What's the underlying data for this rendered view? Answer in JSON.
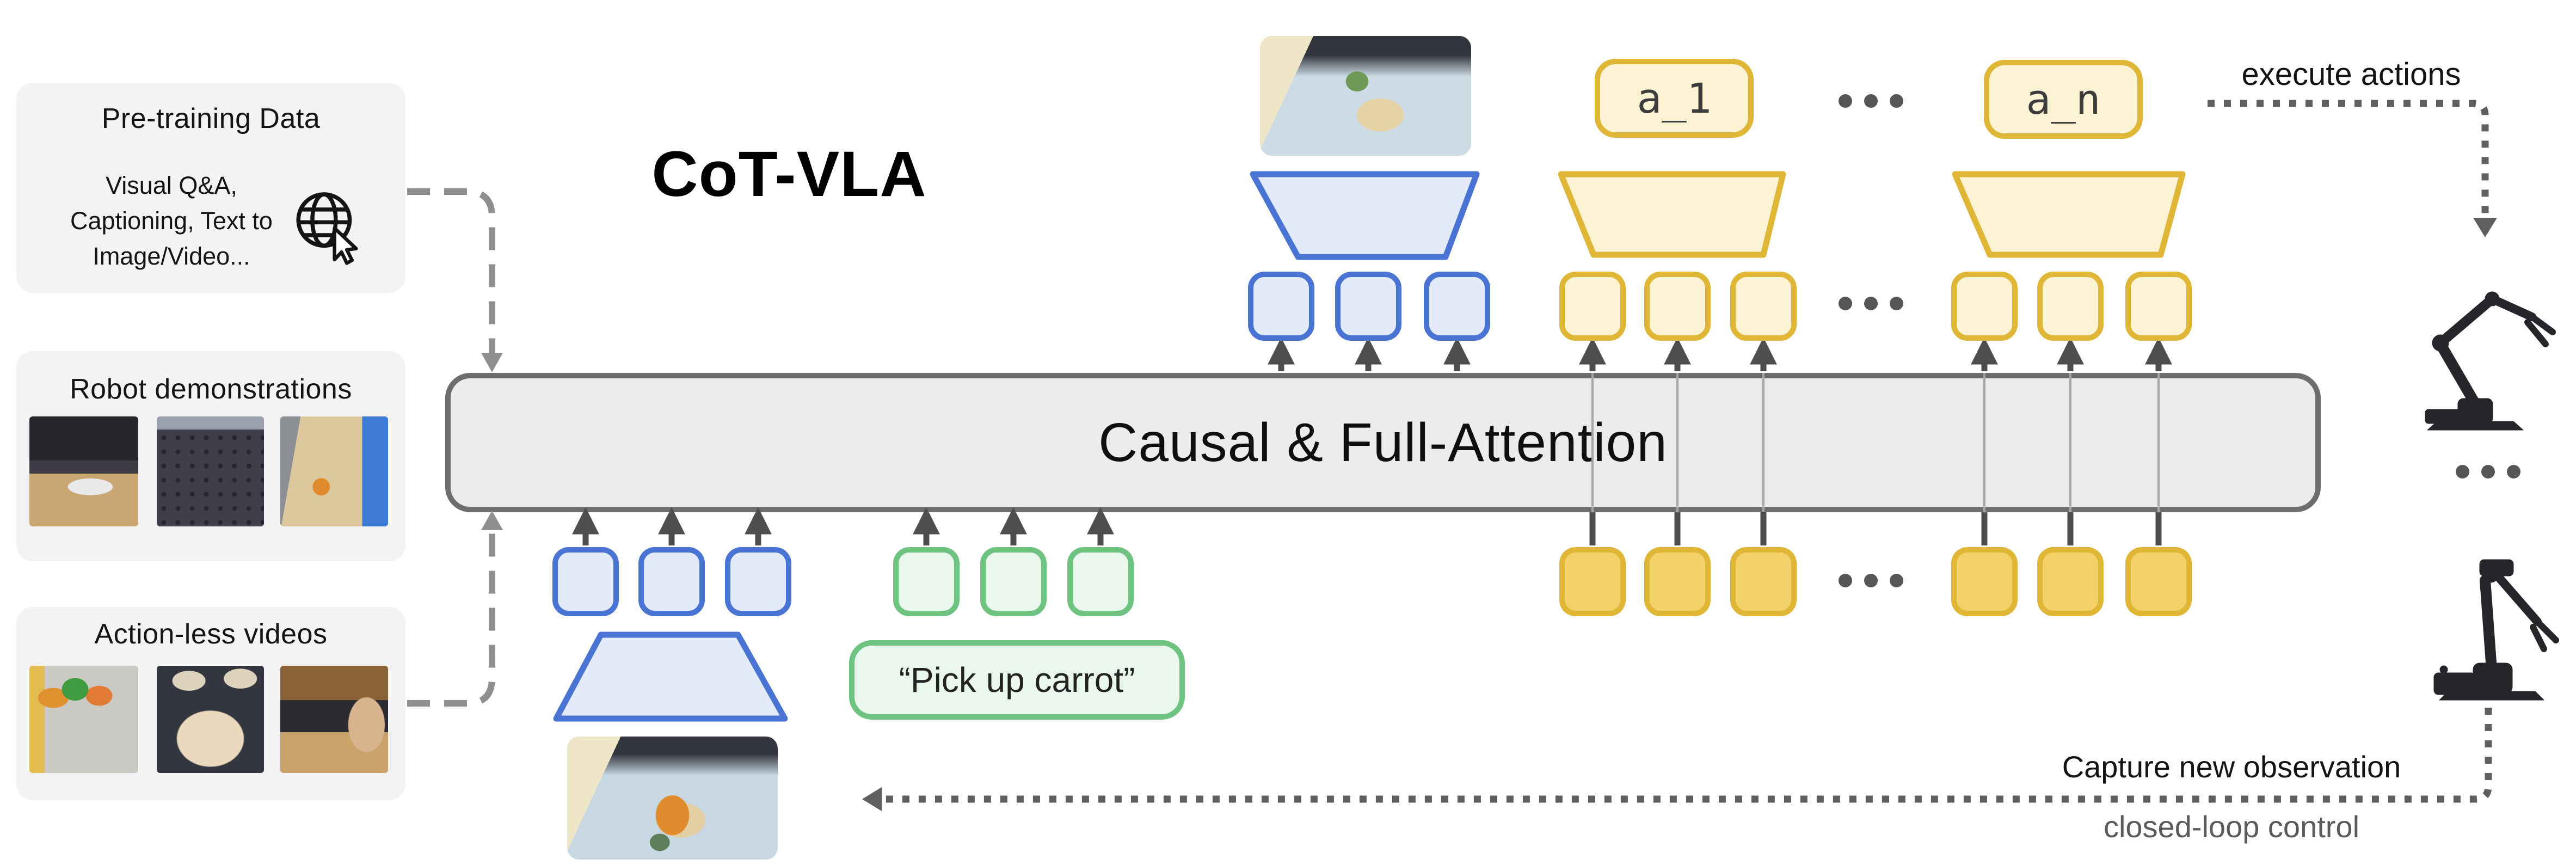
{
  "figure": {
    "title": "CoT-VLA",
    "attention_bar_label": "Causal & Full-Attention"
  },
  "pretraining": {
    "title": "Pre-training Data",
    "line1": "Visual Q&A,",
    "line2": "Captioning, Text to",
    "line3": "Image/Video...",
    "icon": "globe-cursor-icon"
  },
  "robot_demos": {
    "title": "Robot demonstrations",
    "photos": [
      "robot-arm-desk-photo",
      "cable-optical-table-photo",
      "robot-arm-tabletop-photo"
    ]
  },
  "actionless": {
    "title": "Action-less videos",
    "photos": [
      "dishwashing-photo",
      "dough-kneading-photo",
      "kitchen-egocentric-photo"
    ]
  },
  "prompt": {
    "text": "“Pick up carrot”"
  },
  "actions": {
    "a1": "a_1",
    "an": "a_n"
  },
  "labels": {
    "execute_actions": "execute actions",
    "capture_new_observation": "Capture new observation",
    "closed_loop_control": "closed-loop control"
  },
  "images": {
    "top_observation": "predicted-observation-sink-image",
    "bottom_observation": "current-observation-sink-image",
    "robot_top": "robot-arm-photo",
    "robot_bottom": "robot-arm-photo"
  },
  "colors": {
    "blue_border": "#4a74d4",
    "blue_fill": "#e3ebfb",
    "green_border": "#6fc381",
    "green_fill": "#eaf7ec",
    "yellow_border": "#e0b637",
    "yellow_fill_light": "#fbf3d3",
    "yellow_fill_solid": "#f2d169",
    "bar_fill": "#ececec",
    "bar_border": "#6e6e6e",
    "panel_fill": "#f3f3f3",
    "arrow_dark": "#4e4e4e",
    "dash_gray": "#8f8f8f",
    "dot_gray": "#5f5f5f",
    "text_dark": "#141414",
    "text_gray": "#5a5a5a"
  }
}
